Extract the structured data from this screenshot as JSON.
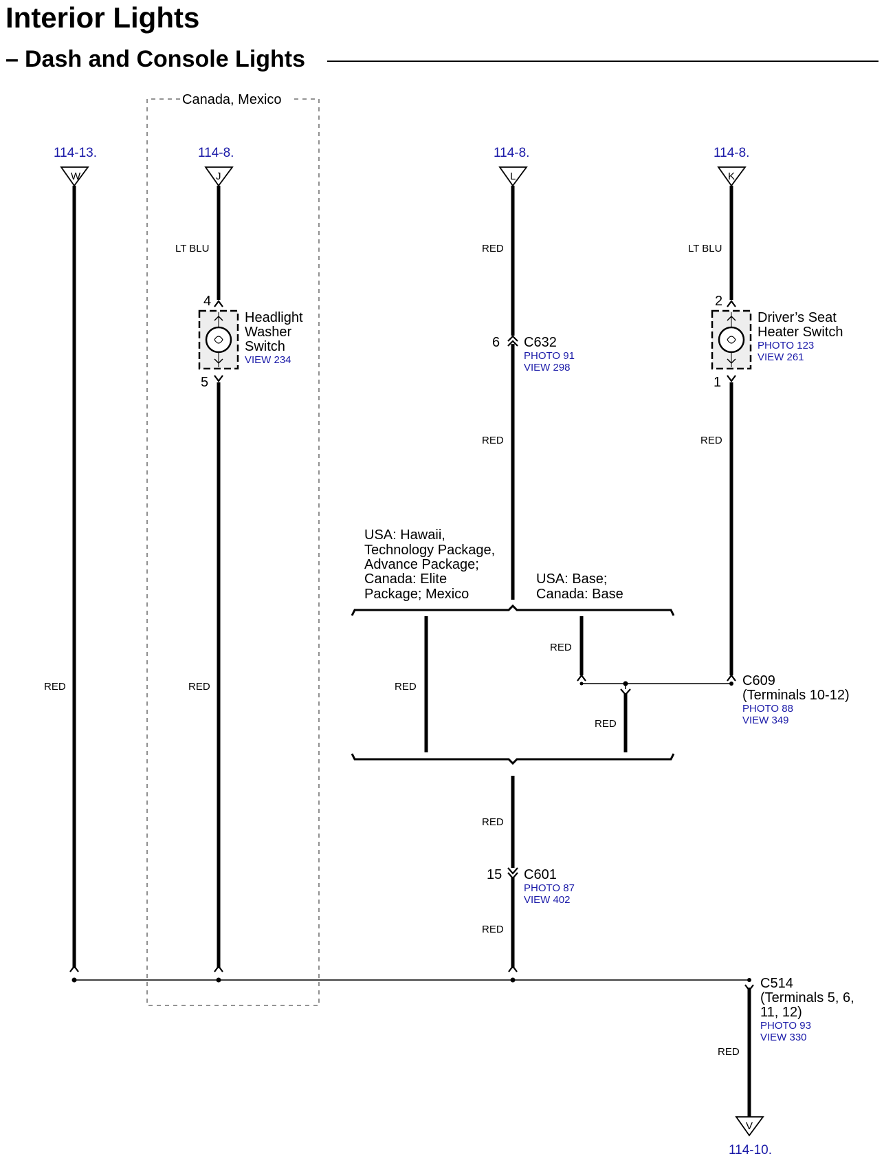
{
  "title": "Interior Lights",
  "subtitle": "Dash and Console Lights",
  "region_box_label": "Canada, Mexico",
  "refs": {
    "w": {
      "page": "114-13.",
      "letter": "W"
    },
    "j": {
      "page": "114-8.",
      "letter": "J"
    },
    "l": {
      "page": "114-8.",
      "letter": "L"
    },
    "k": {
      "page": "114-8.",
      "letter": "K"
    },
    "v": {
      "page": "114-10.",
      "letter": "V"
    }
  },
  "wire_colors": {
    "j_top": "LT BLU",
    "k_top": "LT BLU",
    "l_top": "RED",
    "l_mid": "RED",
    "k_mid": "RED",
    "w": "RED",
    "j_bottom": "RED",
    "branch_left": "RED",
    "branch_right_top": "RED",
    "branch_right_bottom": "RED",
    "c601_top": "RED",
    "c601_bottom": "RED",
    "c514_down": "RED"
  },
  "headlight_switch": {
    "pin_top": "4",
    "pin_bottom": "5",
    "name_line1": "Headlight",
    "name_line2": "Washer",
    "name_line3": "Switch",
    "view": "VIEW 234"
  },
  "seat_heater_switch": {
    "pin_top": "2",
    "pin_bottom": "1",
    "name_line1": "Driver’s Seat",
    "name_line2": "Heater Switch",
    "photo": "PHOTO 123",
    "view": "VIEW 261"
  },
  "c632": {
    "pin": "6",
    "name": "C632",
    "photo": "PHOTO 91",
    "view": "VIEW 298"
  },
  "c609": {
    "name": "C609",
    "terminals": "(Terminals 10-12)",
    "photo": "PHOTO 88",
    "view": "VIEW 349"
  },
  "c601": {
    "pin": "15",
    "name": "C601",
    "photo": "PHOTO 87",
    "view": "VIEW 402"
  },
  "c514": {
    "name": "C514",
    "terminals_line1": "(Terminals 5, 6,",
    "terminals_line2": "11, 12)",
    "photo": "PHOTO 93",
    "view": "VIEW 330"
  },
  "option_left": {
    "line1": "USA: Hawaii,",
    "line2": "Technology Package,",
    "line3": "Advance Package;",
    "line4": "Canada: Elite",
    "line5": "Package; Mexico"
  },
  "option_right": {
    "line1": "USA: Base;",
    "line2": "Canada: Base"
  },
  "colors": {
    "reference_blue": "#1a1aa8",
    "wire": "#000000",
    "component_fill": "#eeeeee"
  }
}
